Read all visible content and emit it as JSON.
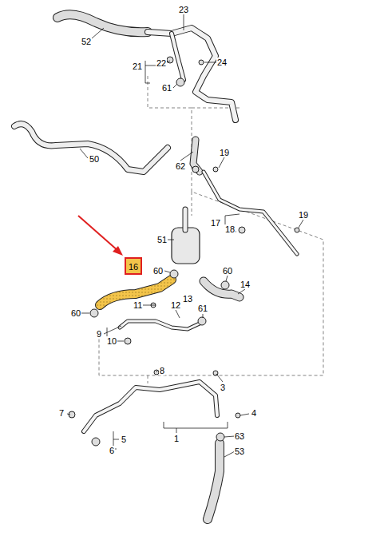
{
  "diagram": {
    "nodes": [
      {
        "text": [
          "16"
        ]
      }
    ],
    "labels": [
      "23",
      "52",
      "21",
      "22",
      "24",
      "61",
      "50",
      "62",
      "19",
      "17",
      "18",
      "19",
      "51",
      "60",
      "60",
      "14",
      "60",
      "11",
      "13",
      "12",
      "61",
      "9",
      "10",
      "8",
      "3",
      "1",
      "7",
      "4",
      "5",
      "6",
      "63",
      "53"
    ]
  }
}
